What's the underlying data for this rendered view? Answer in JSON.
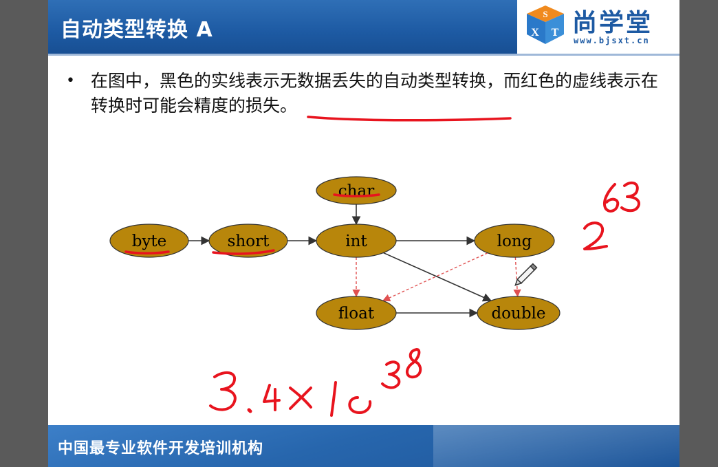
{
  "slide": {
    "title": "自动类型转换 A",
    "logo": {
      "name": "尚学堂",
      "url": "www.bjsxt.cn",
      "mark_letters": [
        "S",
        "X",
        "T"
      ]
    },
    "bullet": "在图中，黑色的实线表示无数据丢失的自动类型转换，而红色的虚线表示在转换时可能会精度的损失。",
    "footer": "中国最专业软件开发培训机构"
  },
  "diagram": {
    "nodes": [
      {
        "id": "byte",
        "label": "byte"
      },
      {
        "id": "short",
        "label": "short"
      },
      {
        "id": "char",
        "label": "char"
      },
      {
        "id": "int",
        "label": "int"
      },
      {
        "id": "long",
        "label": "long"
      },
      {
        "id": "float",
        "label": "float"
      },
      {
        "id": "double",
        "label": "double"
      }
    ],
    "edges": [
      {
        "from": "byte",
        "to": "short",
        "style": "solid"
      },
      {
        "from": "short",
        "to": "int",
        "style": "solid"
      },
      {
        "from": "char",
        "to": "int",
        "style": "solid"
      },
      {
        "from": "int",
        "to": "long",
        "style": "solid"
      },
      {
        "from": "int",
        "to": "double",
        "style": "solid"
      },
      {
        "from": "float",
        "to": "double",
        "style": "solid"
      },
      {
        "from": "int",
        "to": "float",
        "style": "dashed"
      },
      {
        "from": "long",
        "to": "float",
        "style": "dashed"
      },
      {
        "from": "long",
        "to": "double",
        "style": "dashed"
      }
    ],
    "node_fill": "#b8860b",
    "solid_color": "#333333",
    "dashed_color": "#e05050"
  },
  "annotations": {
    "ink_color": "#e8141e",
    "long_range": "2⁶³",
    "float_range": "3.4×10³⁸"
  }
}
